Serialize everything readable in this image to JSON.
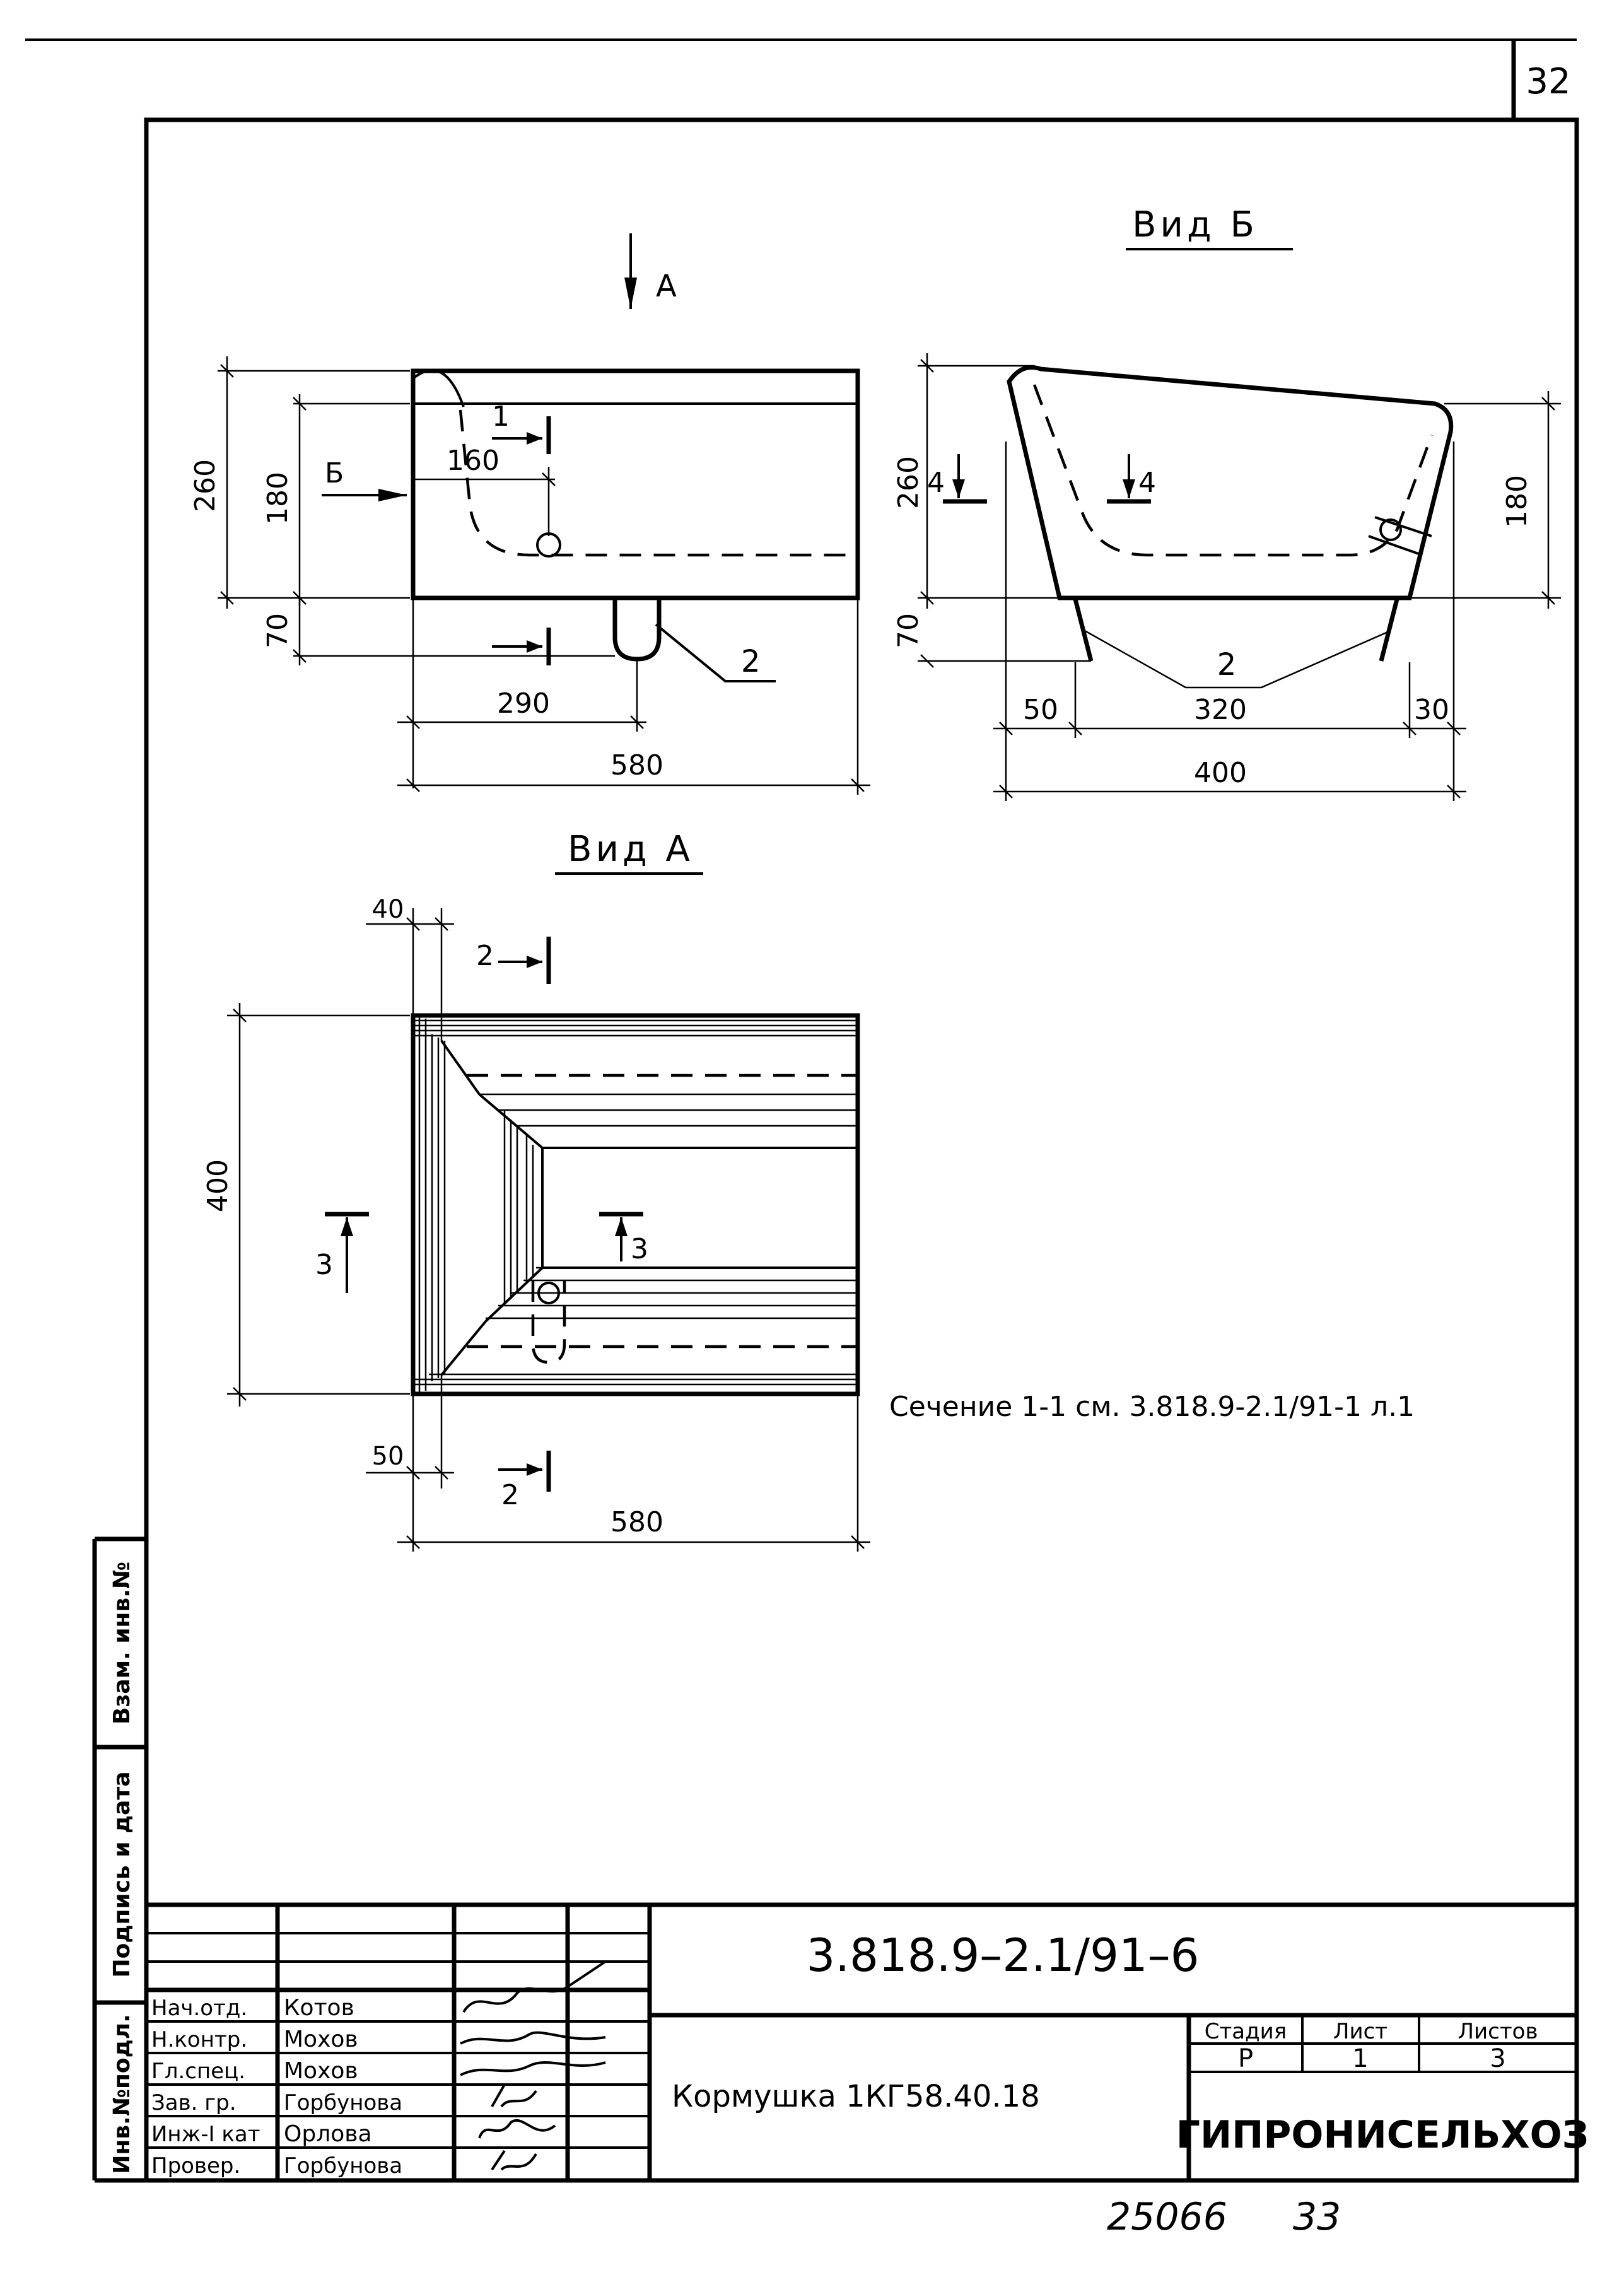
{
  "sheet": {
    "page_number": "32",
    "note": "Сечение 1-1 см. 3.818.9-2.1/91-1 л.1",
    "bottom_numbers": [
      "25066",
      "33"
    ]
  },
  "views": {
    "front": {
      "label_A": "А",
      "label_B": "Б",
      "section_1": "1",
      "dims": {
        "h260": "260",
        "h180": "180",
        "h70": "70",
        "w160": "160",
        "w290": "290",
        "w580": "580"
      },
      "leader_2": "2"
    },
    "view_b": {
      "title": "Вид Б",
      "section_4": "4",
      "dims": {
        "h260": "260",
        "h70": "70",
        "h180": "180",
        "w50": "50",
        "w320": "320",
        "w30": "30",
        "w400": "400"
      },
      "leader_2": "2"
    },
    "view_a": {
      "title": "Вид А",
      "section_2": "2",
      "section_3": "3",
      "dims": {
        "w40": "40",
        "h400": "400",
        "w50": "50",
        "w580": "580"
      }
    }
  },
  "side_stamp": {
    "labels": [
      "Инв.№подл.",
      "Подпись и дата",
      "Взам. инв.№"
    ]
  },
  "title_block": {
    "document_code": "3.818.9–2.1/91–6",
    "item_name": "Кормушка 1КГ58.40.18",
    "organization": "ГИПРОНИСЕЛЬХОЗ",
    "stage_label": "Стадия",
    "sheet_label": "Лист",
    "sheets_label": "Листов",
    "stage_value": "Р",
    "sheet_value": "1",
    "sheets_value": "3",
    "rows": [
      {
        "role": "Нач.отд.",
        "name": "Котов"
      },
      {
        "role": "Н.контр.",
        "name": "Мохов"
      },
      {
        "role": "Гл.спец.",
        "name": "Мохов"
      },
      {
        "role": "Зав. гр.",
        "name": "Горбунова"
      },
      {
        "role": "Инж-I кат",
        "name": "Орлова"
      },
      {
        "role": "Провер.",
        "name": "Горбунова"
      }
    ]
  }
}
